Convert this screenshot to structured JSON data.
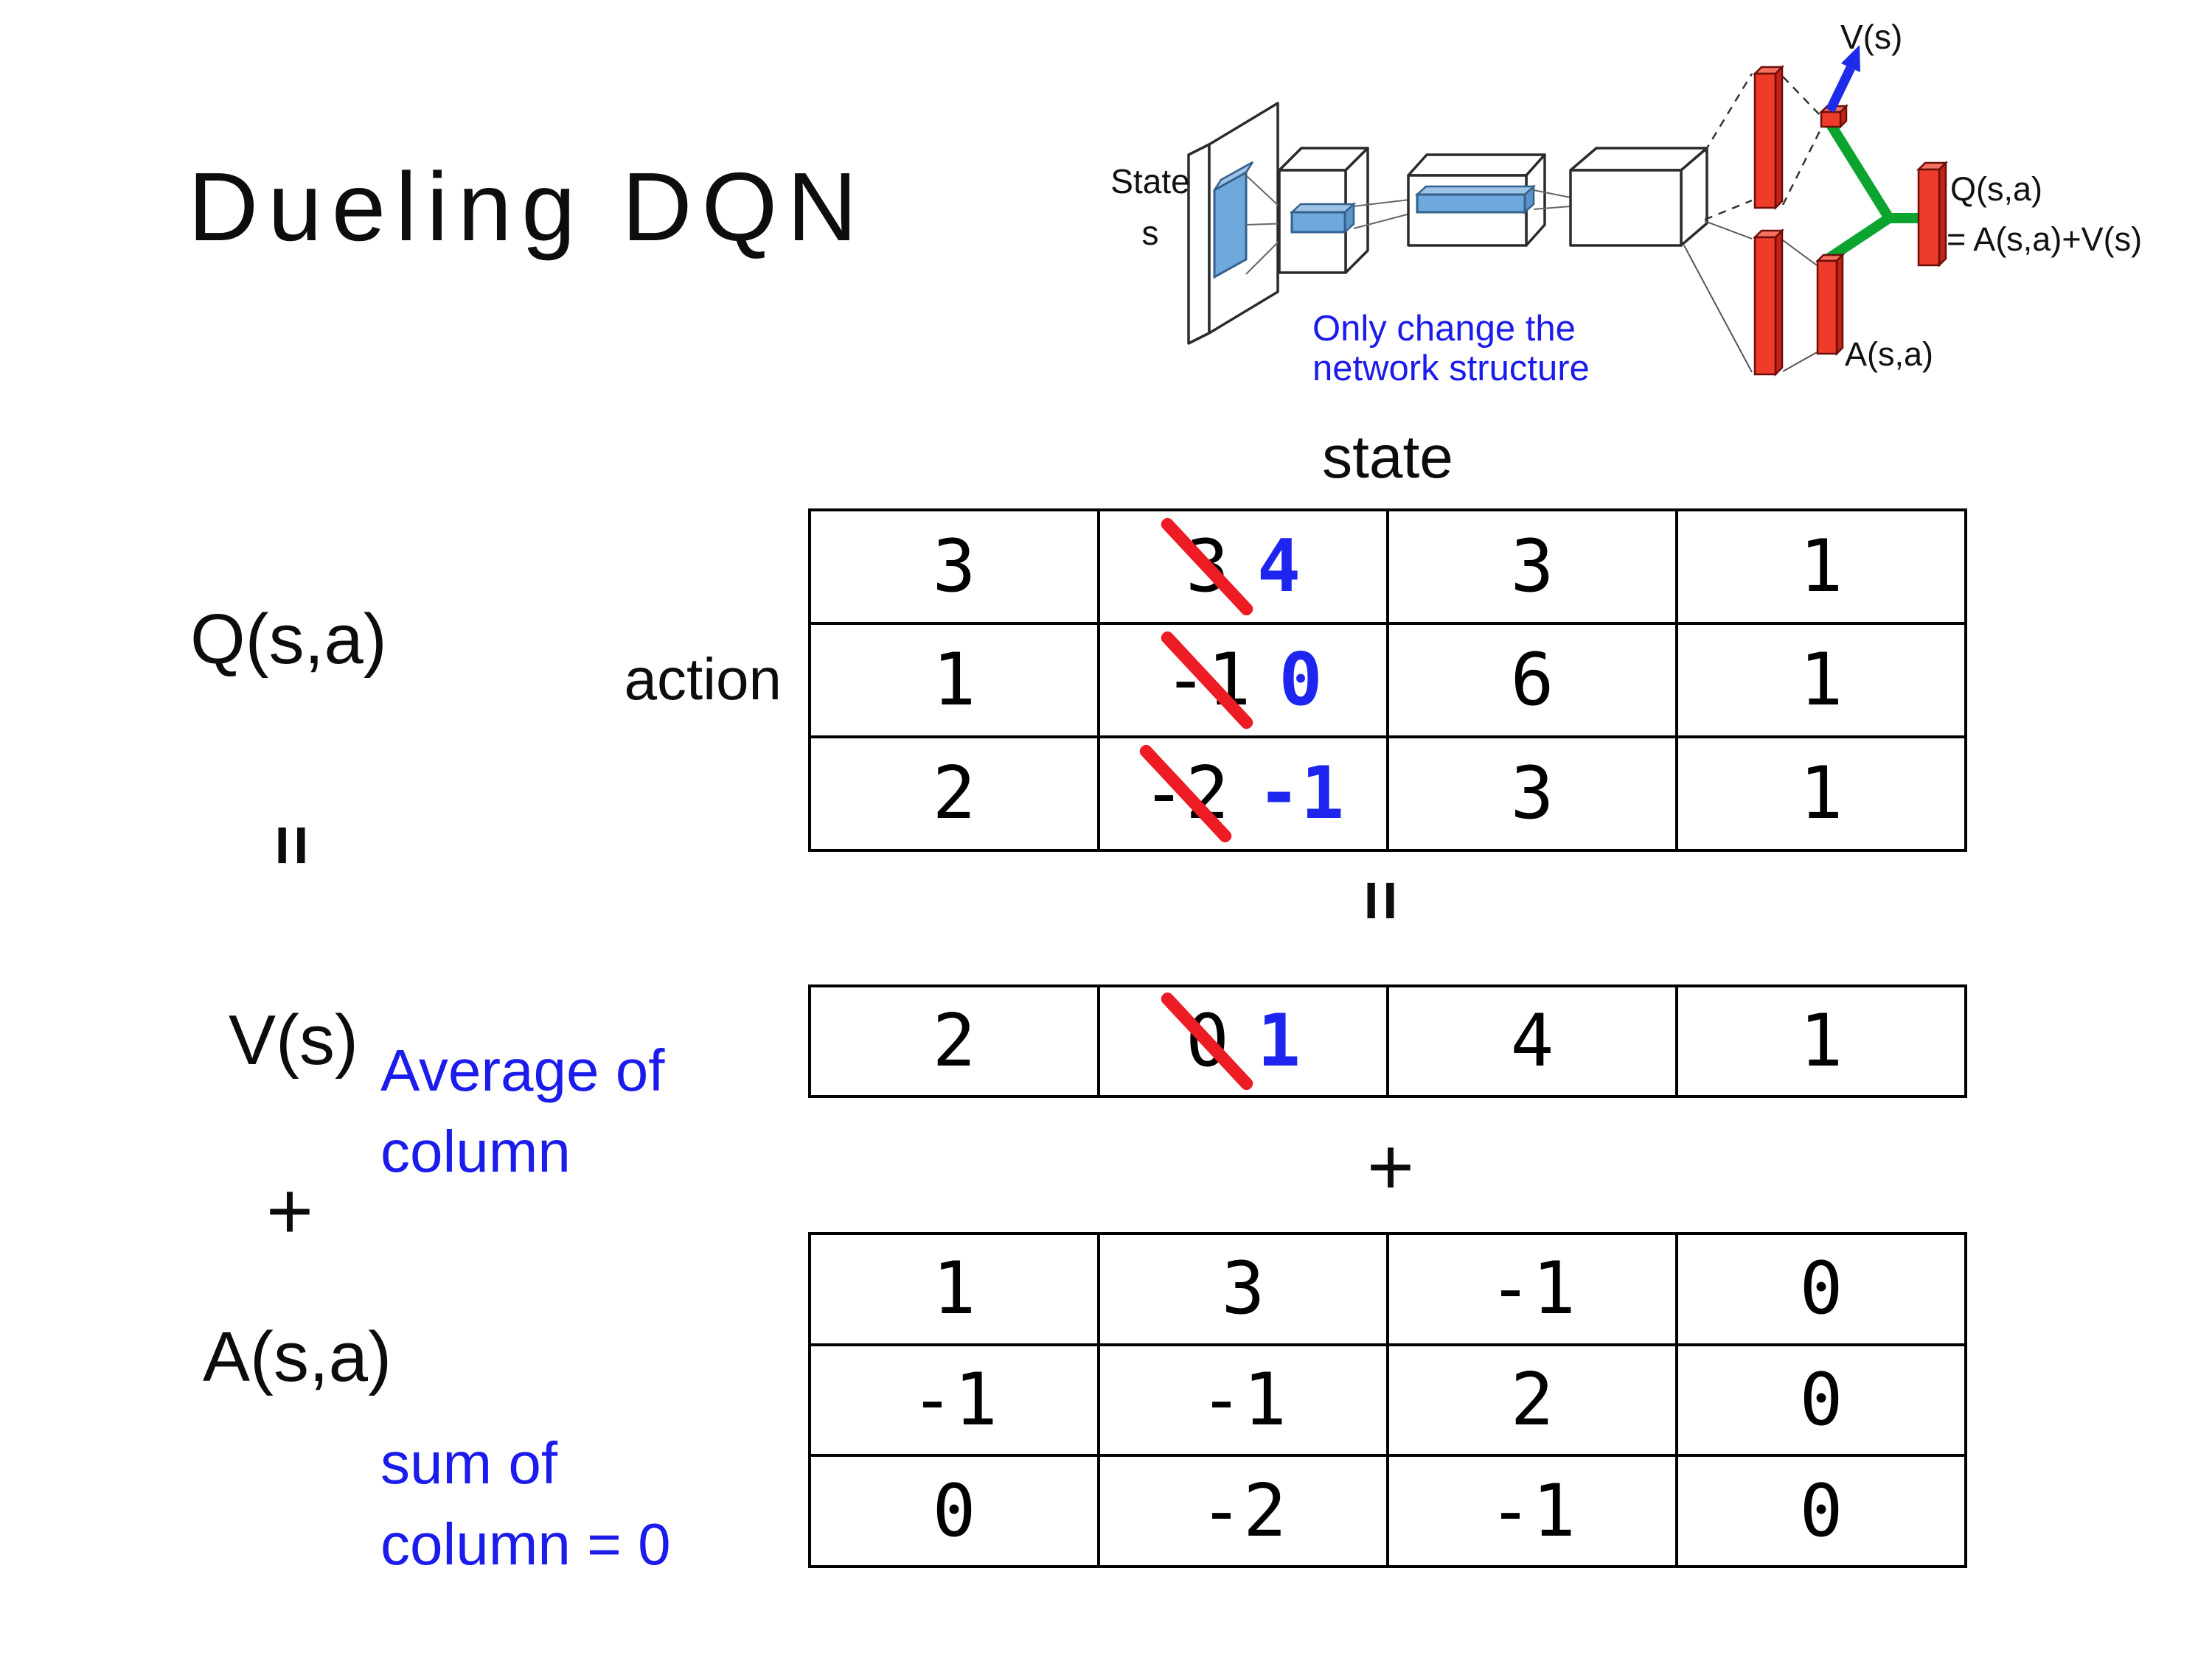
{
  "slide": {
    "title": "Dueling DQN",
    "background": "#ffffff"
  },
  "diagram": {
    "state_label": {
      "line1": "State",
      "line2": "s"
    },
    "note": {
      "line1": "Only change the",
      "line2": "network structure"
    },
    "v_output_label": "V(s)",
    "q_output_label": "Q(s,a)",
    "q_output_formula": "= A(s,a)+V(s)",
    "a_output_label": "A(s,a)",
    "colors": {
      "note_blue": "#1b1bec",
      "arrow_blue": "#1f2bea",
      "merge_green": "#0aa42f",
      "layer_red": "#ee3b2a",
      "feature_blue": "#6fa8dc",
      "box_outline": "#2b2b2b"
    }
  },
  "matrix": {
    "state_header": "state",
    "action_label": "action",
    "q_label": "Q(s,a)",
    "equals_left": "=",
    "equals_center": "=",
    "v_label": "V(s)",
    "plus_left": "+",
    "plus_center": "+",
    "a_label": "A(s,a)",
    "avg_note": {
      "line1": "Average of",
      "line2": "column"
    },
    "sum_note": {
      "line1": "sum of",
      "line2": "column = 0"
    },
    "colors": {
      "note_blue": "#1b1bec",
      "replacement_blue": "#1d25ee",
      "strike_red": "#ed1c24"
    },
    "q_table": {
      "rows": [
        [
          {
            "v": "3"
          },
          {
            "v": "3",
            "crossed": true,
            "new": "4"
          },
          {
            "v": "3"
          },
          {
            "v": "1"
          }
        ],
        [
          {
            "v": "1"
          },
          {
            "v": "-1",
            "crossed": true,
            "new": "0"
          },
          {
            "v": "6"
          },
          {
            "v": "1"
          }
        ],
        [
          {
            "v": "2"
          },
          {
            "v": "-2",
            "crossed": true,
            "new": "-1"
          },
          {
            "v": "3"
          },
          {
            "v": "1"
          }
        ]
      ]
    },
    "v_table": {
      "rows": [
        [
          {
            "v": "2"
          },
          {
            "v": "0",
            "crossed": true,
            "new": "1"
          },
          {
            "v": "4"
          },
          {
            "v": "1"
          }
        ]
      ]
    },
    "a_table": {
      "rows": [
        [
          {
            "v": "1"
          },
          {
            "v": "3"
          },
          {
            "v": "-1"
          },
          {
            "v": "0"
          }
        ],
        [
          {
            "v": "-1"
          },
          {
            "v": "-1"
          },
          {
            "v": "2"
          },
          {
            "v": "0"
          }
        ],
        [
          {
            "v": "0"
          },
          {
            "v": "-2"
          },
          {
            "v": "-1"
          },
          {
            "v": "0"
          }
        ]
      ]
    }
  }
}
